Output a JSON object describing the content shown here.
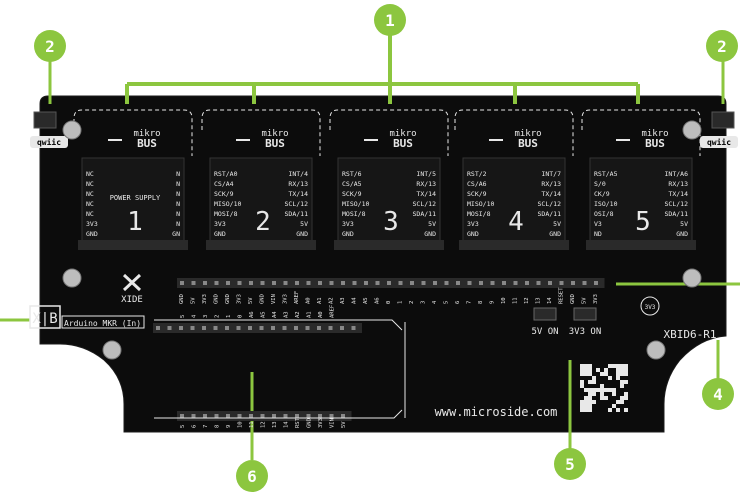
{
  "image": {
    "kind": "annotated product photo (PCB board with numbered callouts)",
    "colors": {
      "background": "#ffffff",
      "board": "#0c0c0c",
      "callout": "#8cc63f",
      "silkscreen": "#e8e8e8",
      "header": "#2a2a2a"
    }
  },
  "callouts": [
    {
      "id": "callout-1",
      "number": "1"
    },
    {
      "id": "callout-2-left",
      "number": "2"
    },
    {
      "id": "callout-2-right",
      "number": "2"
    },
    {
      "id": "callout-4",
      "number": "4"
    },
    {
      "id": "callout-5",
      "number": "5"
    },
    {
      "id": "callout-6",
      "number": "6"
    }
  ],
  "board": {
    "brand": "XIDE",
    "model": "XBID6-R1",
    "website": "www.microside.com",
    "xib_label": "X|B",
    "mkr_label": "Arduino MKR (In)",
    "qwiic_label": "qwiic",
    "jumper_5v": "5V ON",
    "jumper_3v3": "3V3 ON",
    "v33_badge": "3V3",
    "power_supply": "POWER SUPPLY"
  },
  "mikrobus": [
    {
      "number": "1",
      "logo_top": "mikro",
      "logo_bottom": "BUS",
      "left": [
        "NC",
        "NC",
        "NC",
        "NC",
        "NC",
        "3V3",
        "GND"
      ],
      "right": [
        "N",
        "N",
        "N",
        "N",
        "N",
        "N",
        "GN"
      ]
    },
    {
      "number": "2",
      "logo_top": "mikro",
      "logo_bottom": "BUS",
      "left": [
        "RST/A0",
        "CS/A4",
        "SCK/9",
        "MISO/10",
        "MOSI/8",
        "3V3",
        "GND"
      ],
      "right": [
        "INT/4",
        "RX/13",
        "TX/14",
        "SCL/12",
        "SDA/11",
        "5V",
        "GND"
      ]
    },
    {
      "number": "3",
      "logo_top": "mikro",
      "logo_bottom": "BUS",
      "left": [
        "RST/6",
        "CS/A5",
        "SCK/9",
        "MISO/10",
        "MOSI/8",
        "3V3",
        "GND"
      ],
      "right": [
        "INT/5",
        "RX/13",
        "TX/14",
        "SCL/12",
        "SDA/11",
        "5V",
        "GND"
      ]
    },
    {
      "number": "4",
      "logo_top": "mikro",
      "logo_bottom": "BUS",
      "left": [
        "RST/2",
        "CS/A6",
        "SCK/9",
        "MISO/10",
        "MOSI/8",
        "3V3",
        "GND"
      ],
      "right": [
        "INT/7",
        "RX/13",
        "TX/14",
        "SCL/12",
        "SDA/11",
        "5V",
        "GND"
      ]
    },
    {
      "number": "5",
      "logo_top": "mikro",
      "logo_bottom": "BUS",
      "left": [
        "RST/A5",
        "S/0",
        "CK/9",
        "ISO/10",
        "OSI/8",
        "V3",
        "ND"
      ],
      "right": [
        "INT/A6",
        "RX/13",
        "TX/14",
        "SCL/12",
        "SDA/11",
        "5V",
        "GND"
      ]
    }
  ],
  "header_labels": {
    "top_row": [
      "GND",
      "5V",
      "3V3",
      "GND",
      "GND",
      "3V3",
      "5V",
      "GND",
      "VIN",
      "3V3",
      "AREF",
      "A0",
      "A1",
      "A2",
      "A3",
      "A4",
      "A5",
      "A6",
      "0",
      "1",
      "2",
      "3",
      "4",
      "5",
      "6",
      "7",
      "8",
      "9",
      "10",
      "11",
      "12",
      "13",
      "14",
      "RESET",
      "GND",
      "5V",
      "3V3"
    ],
    "mid_row": [
      "5",
      "4",
      "3",
      "2",
      "1",
      "0",
      "A6",
      "A5",
      "A4",
      "A3",
      "A2",
      "A1",
      "A0",
      "AREF"
    ],
    "bottom_row": [
      "5",
      "6",
      "7",
      "8",
      "9",
      "10",
      "11",
      "12",
      "13",
      "14",
      "RST",
      "GND",
      "3V3",
      "VIN",
      "5V"
    ]
  }
}
